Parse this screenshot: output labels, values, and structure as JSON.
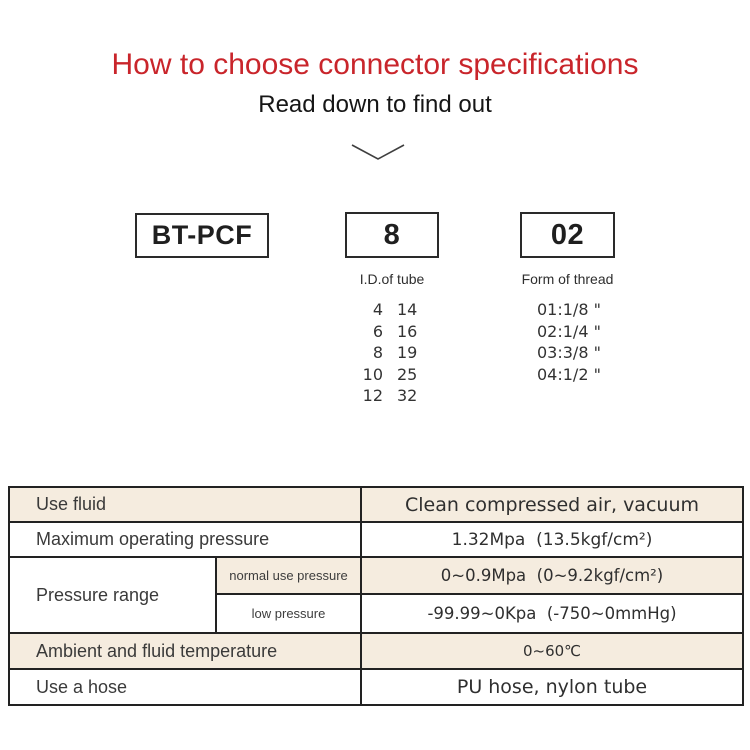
{
  "header": {
    "title": "How to choose connector specifications",
    "subtitle": "Read down to find out"
  },
  "code_builder": {
    "series_box_label": "BT-PCF",
    "id_box_label": "8",
    "thread_box_label": "02",
    "id_caption": "I.D.of tube",
    "thread_caption": "Form of thread",
    "tube_sizes": [
      [
        "4",
        "14"
      ],
      [
        "6",
        "16"
      ],
      [
        "8",
        "19"
      ],
      [
        "10",
        "25"
      ],
      [
        "12",
        "32"
      ]
    ],
    "thread_forms": [
      "01:1/8 \"",
      "02:1/4 \"",
      "03:3/8 \"",
      "04:1/2 \""
    ]
  },
  "spec_table": {
    "rows": [
      {
        "label": "Use fluid",
        "value": "Clean compressed air, vacuum"
      },
      {
        "label": "Maximum operating pressure",
        "value": "1.32Mpa  (13.5kgf/cm²)"
      },
      {
        "label": "Pressure range",
        "sub_rows": [
          {
            "sub_label": "normal use pressure",
            "value": "0~0.9Mpa  (0~9.2kgf/cm²)"
          },
          {
            "sub_label": "low pressure",
            "value": "-99.99~0Kpa  (-750~0mmHg)"
          }
        ]
      },
      {
        "label": "Ambient and fluid temperature",
        "value": "0~60℃"
      },
      {
        "label": "Use a hose",
        "value": "PU hose, nylon tube"
      }
    ]
  },
  "colors": {
    "title_red": "#c9252b",
    "row_beige": "#f5ecdf",
    "border_dark": "#222222"
  }
}
